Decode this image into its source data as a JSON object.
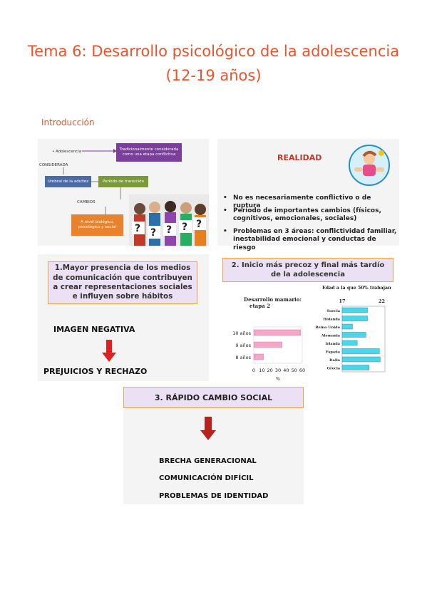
{
  "title_line1": "Tema 6: Desarrollo psicológico de la adolescencia",
  "title_line2": "(12-19 años)",
  "intro_heading": "Introducción",
  "slide1": {
    "adolescencia": "• Adolescencia",
    "tradicional": "Tradicionalmente considerada como una etapa conflictiva",
    "considerada": "CONSIDERADA",
    "umbral": "Umbral de la adultez",
    "periodo": "Período de transición",
    "cambios": "CAMBIOS",
    "nivel": "A nivel biológico, psicológico y social"
  },
  "slide2": {
    "title": "REALIDAD",
    "bullets": [
      "No es necesariamente conflictivo o de ruptura",
      "Período de importantes cambios (físicos, cognitivos, emocionales, sociales)",
      "Problemas en 3 áreas: conflictividad familiar, inestabilidad emocional y conductas de riesgo"
    ]
  },
  "slide3": {
    "box": "1.Mayor presencia de los medios de comunicación que contribuyen a crear representaciones sociales e influyen sobre hábitos",
    "imagen": "IMAGEN NEGATIVA",
    "prejuicios": "PREJUICIOS Y RECHAZO"
  },
  "slide4": {
    "box": "2. Inicio más precoz y final más tardío de la adolescencia",
    "edad_header": "Edad a la que 50% trabajan",
    "col17": "17",
    "col22": "22",
    "mamario_title": "Desarrollo mamario: etapa 2",
    "pct_label": "%"
  },
  "slide5": {
    "box": "3. RÁPIDO CAMBIO SOCIAL",
    "items": [
      "BRECHA GENERACIONAL",
      "COMUNICACIÓN DIFÍCIL",
      "PROBLEMAS DE IDENTIDAD"
    ]
  },
  "chart_data": [
    {
      "type": "bar",
      "orientation": "horizontal",
      "title": "Desarrollo mamario: etapa 2",
      "categories": [
        "10 años",
        "9 años",
        "8 años"
      ],
      "values": [
        58,
        35,
        12
      ],
      "xlabel": "%",
      "xticks": [
        0,
        10,
        20,
        30,
        40,
        50,
        60
      ],
      "xlim": [
        0,
        60
      ],
      "color": "#f4a7c9"
    },
    {
      "type": "bar",
      "orientation": "horizontal",
      "title": "Edad a la que 50% trabajan",
      "categories": [
        "Suecia",
        "Holanda",
        "Reino Unido",
        "Alemania",
        "Irlanda",
        "España",
        "Italia",
        "Grecia"
      ],
      "values": [
        20.2,
        20.2,
        18.3,
        20.0,
        18.9,
        21.7,
        21.8,
        20.4
      ],
      "xlim": [
        17,
        22.4
      ],
      "xticks": [
        17,
        22
      ],
      "color": "#4dd6ea"
    }
  ]
}
